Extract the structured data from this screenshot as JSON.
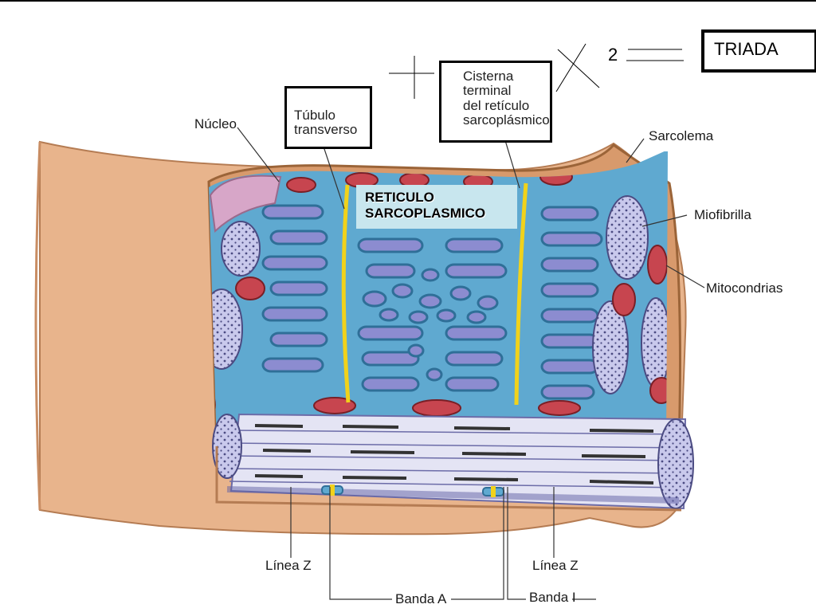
{
  "labels": {
    "triada": "TRIADA",
    "number_2": "2",
    "tubulo_transverso": "Túbulo\ntransverso",
    "cisterna": "Cisterna\nterminal\ndel retículo\nsarcoplásmico",
    "reticulo": "RETICULO\nSARCOPLASMICO",
    "nucleo": "Núcleo",
    "sarcolema": "Sarcolema",
    "miofibrilla": "Miofibrilla",
    "mitocondrias": "Mitocondrias",
    "linea_z_left": "Línea Z",
    "linea_z_right": "Línea Z",
    "banda_a": "Banda A",
    "banda_i": "Banda I"
  },
  "colors": {
    "skin": "#e9b68f",
    "skin_dark": "#c98d63",
    "sarcolemma_edge": "#a0683a",
    "reticulum": "#5fa9d0",
    "reticulum_dark": "#2f6f98",
    "myofibril": "#b9b9e3",
    "myofibril_dark": "#7e7eb8",
    "t_tubule": "#f1d21b",
    "mitochondria": "#c7454f",
    "nucleus": "#d7a6c8",
    "label_box_fill": "#c8e6ee"
  }
}
